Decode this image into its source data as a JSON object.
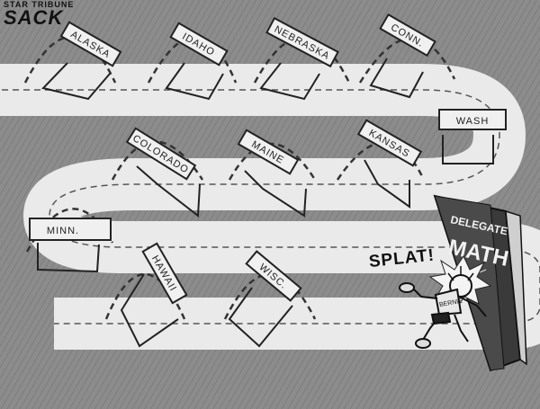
{
  "credit": {
    "paper": "STAR TRIBUNE",
    "artist": "SACK"
  },
  "hurdles": {
    "alaska": "ALASKA",
    "idaho": "IDAHO",
    "nebraska": "NEBRASKA",
    "conn": "CONN.",
    "wash": "WASH",
    "colorado": "COLORADO",
    "maine": "MAINE",
    "kansas": "KANSAS",
    "minn": "MINN.",
    "hawaii": "HAWAII",
    "wisc": "WISC."
  },
  "book": {
    "line1": "DELEGATE",
    "line2": "MATH"
  },
  "runner": {
    "shirt": "BERNIE"
  },
  "sound_effect": "SPLAT!"
}
